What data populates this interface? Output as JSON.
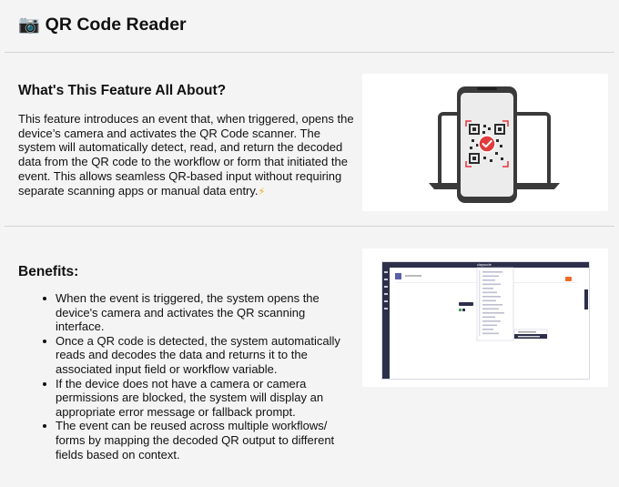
{
  "header": {
    "icon": "camera-icon",
    "icon_glyph": "📷",
    "title": "QR Code Reader"
  },
  "about": {
    "heading": "What's This Feature All About?",
    "body": "This feature introduces an event that, when triggered, opens the device’s camera and activates the QR Code scanner. The system will automatically detect, read, and return the decoded data from the QR code to the workflow or form that initiated the event. This allows seamless QR-based input without requiring separate scanning apps or manual data entry.",
    "emoji": "⚡",
    "illustration": "phone-scanning-qr-code-over-laptop"
  },
  "benefits": {
    "heading": "Benefits:",
    "items": [
      "When the event is triggered, the system opens the device's camera and activates the QR scanning interface.",
      "Once a QR code is detected, the system automatically reads and decodes the data and returns it to the associated input field or workflow variable.",
      "If the device does not have a camera or camera permissions are blocked, the system will display an appropriate error message or fallback prompt.",
      "The event can be reused across multiple workflows/ forms by mapping the decoded QR output to different fields based on context."
    ],
    "screenshot": {
      "brand": "claysode"
    }
  },
  "colors": {
    "background": "#f4f4f4",
    "card": "#ffffff",
    "accent_red": "#e8323c",
    "check_red": "#e23b3b",
    "device_dark": "#3a3a3a"
  }
}
